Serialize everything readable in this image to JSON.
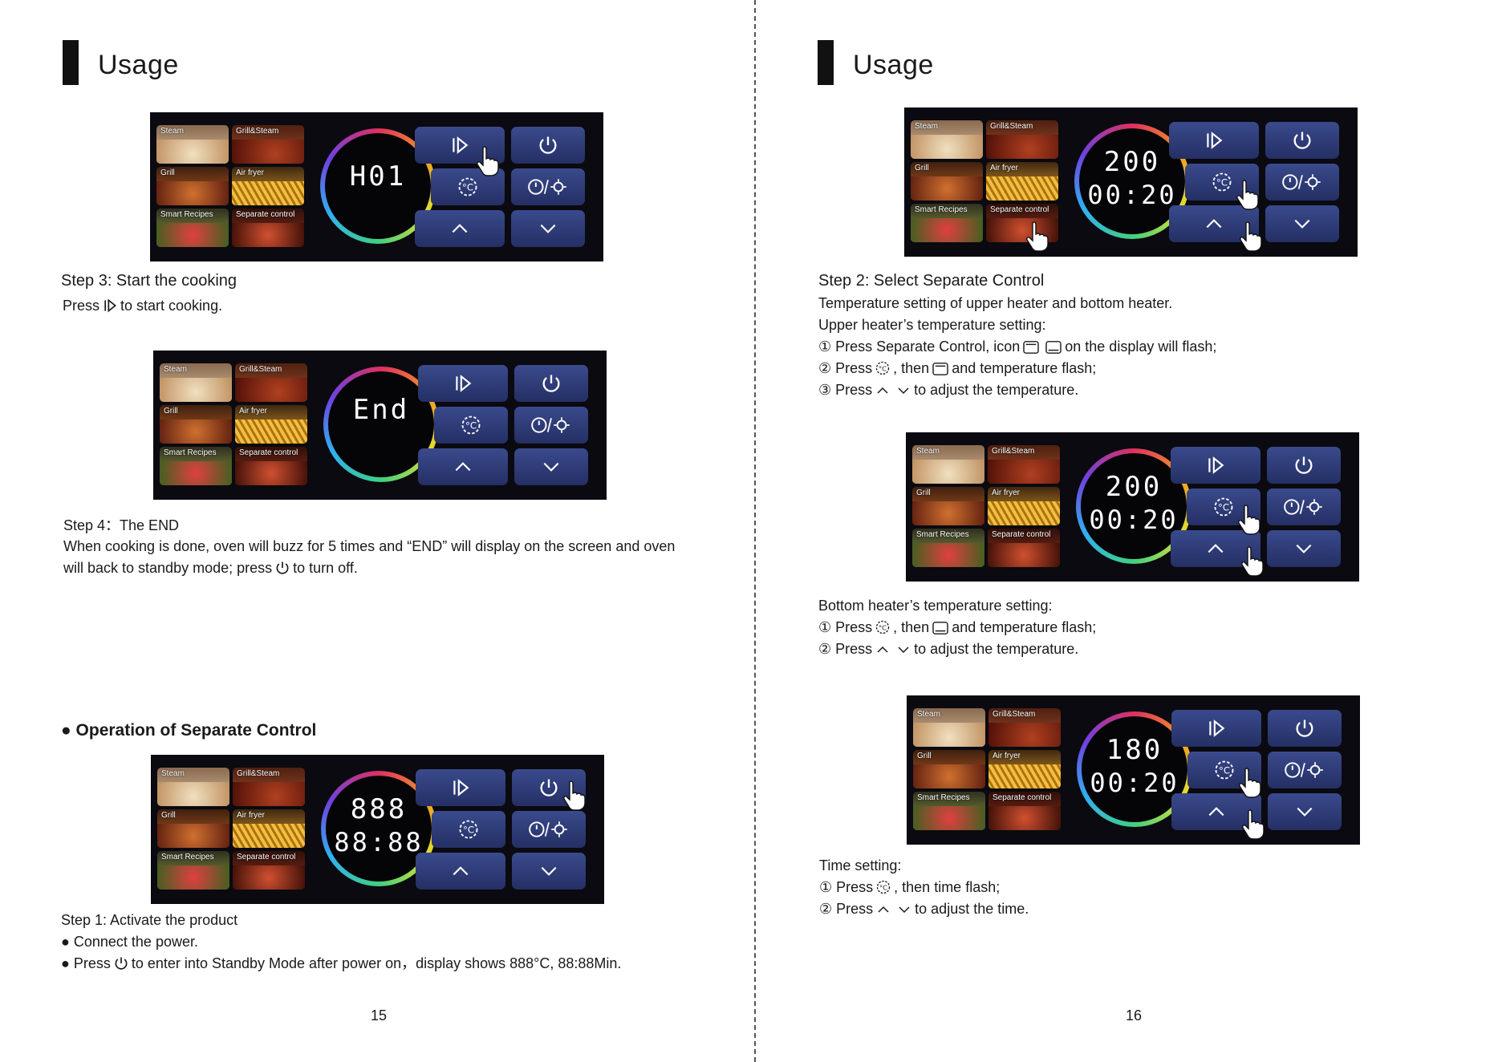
{
  "colors": {
    "panel_bg": "#0a0a10",
    "button": "#2f3c78",
    "text": "#1a1a1a"
  },
  "left": {
    "title": "Usage",
    "step3_title": "Step 3: Start the cooking",
    "step3_text_a": "Press",
    "step3_text_b": "to start cooking.",
    "step4_title": "Step 4：The END",
    "step4_line1": "When cooking is done, oven will buzz for 5 times and “END” will display on the screen and oven",
    "step4_line2a": "will back to standby mode; press",
    "step4_line2b": "to turn off.",
    "section": "Operation of Separate Control",
    "step1_title": "Step 1: Activate the product",
    "step1_b1": "Connect the power.",
    "step1_b2a": "Press",
    "step1_b2b": "to enter into Standby Mode after power on，display shows 888°C, 88:88Min.",
    "page": "15"
  },
  "right": {
    "title": "Usage",
    "step2_title": "Step 2: Select Separate Control",
    "l1": "Temperature setting of upper heater and bottom heater.",
    "l2": "Upper heater’s temperature setting:",
    "l3a": "① Press Separate Control, icon",
    "l3b": "on the display will flash;",
    "l4a": "② Press",
    "l4b": ", then",
    "l4c": "and temperature flash;",
    "l5a": "③ Press",
    "l5b": "to adjust the temperature.",
    "b1": "Bottom heater’s temperature setting:",
    "b2a": "① Press",
    "b2b": ", then",
    "b2c": "and temperature flash;",
    "b3a": "② Press",
    "b3b": "to adjust the temperature.",
    "t1": "Time setting:",
    "t2a": "① Press",
    "t2b": ", then time flash;",
    "t3a": "② Press",
    "t3b": "to adjust the time.",
    "page": "16"
  },
  "panel": {
    "tiles": [
      "Steam",
      "Grill&Steam",
      "Grill",
      "Air fryer",
      "Smart Recipes",
      "Separate control"
    ],
    "displays": {
      "start": {
        "line1": "H01",
        "line2": ""
      },
      "end": {
        "line1": "End",
        "line2": ""
      },
      "standby": {
        "line1": "888",
        "line2": "88:88"
      },
      "sep1": {
        "line1": "200",
        "line2": "00:20"
      },
      "sep2": {
        "line1": "200",
        "line2": "00:20"
      },
      "sep3": {
        "line1": "180",
        "line2": "00:20"
      }
    },
    "unit_c": "°C",
    "unit_min": "Min"
  }
}
